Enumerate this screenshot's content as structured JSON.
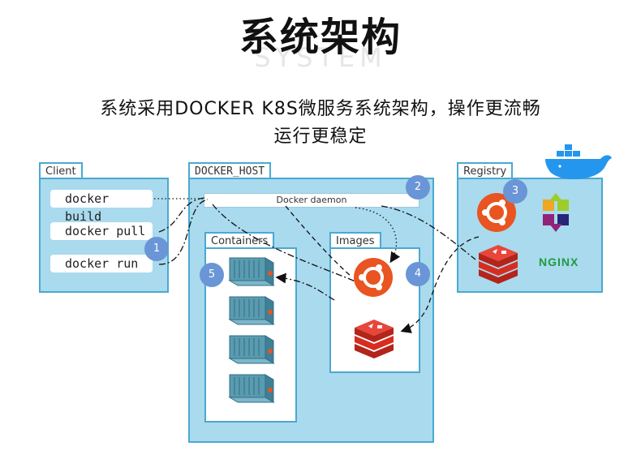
{
  "header": {
    "title": "系统架构",
    "watermark": "SYSTEM",
    "description_line1": "系统采用DOCKER K8S微服务系统架构，操作更流畅",
    "description_line2": "运行更稳定"
  },
  "client": {
    "tab_label": "Client",
    "commands": [
      "docker build",
      "docker pull",
      "docker run"
    ]
  },
  "docker_host": {
    "tab_label": "DOCKER_HOST",
    "daemon_label": "Docker daemon",
    "containers_label": "Containers",
    "images_label": "Images"
  },
  "registry": {
    "tab_label": "Registry",
    "nginx_label": "NGINX"
  },
  "steps": [
    "1",
    "2",
    "3",
    "4",
    "5"
  ],
  "colors": {
    "panel_fill": "#a9daed",
    "panel_border": "#4aa9d1",
    "step_badge": "#6a95d6",
    "ubuntu": "#e95420",
    "redis": "#d82c20",
    "container": "#5b9bb0"
  }
}
